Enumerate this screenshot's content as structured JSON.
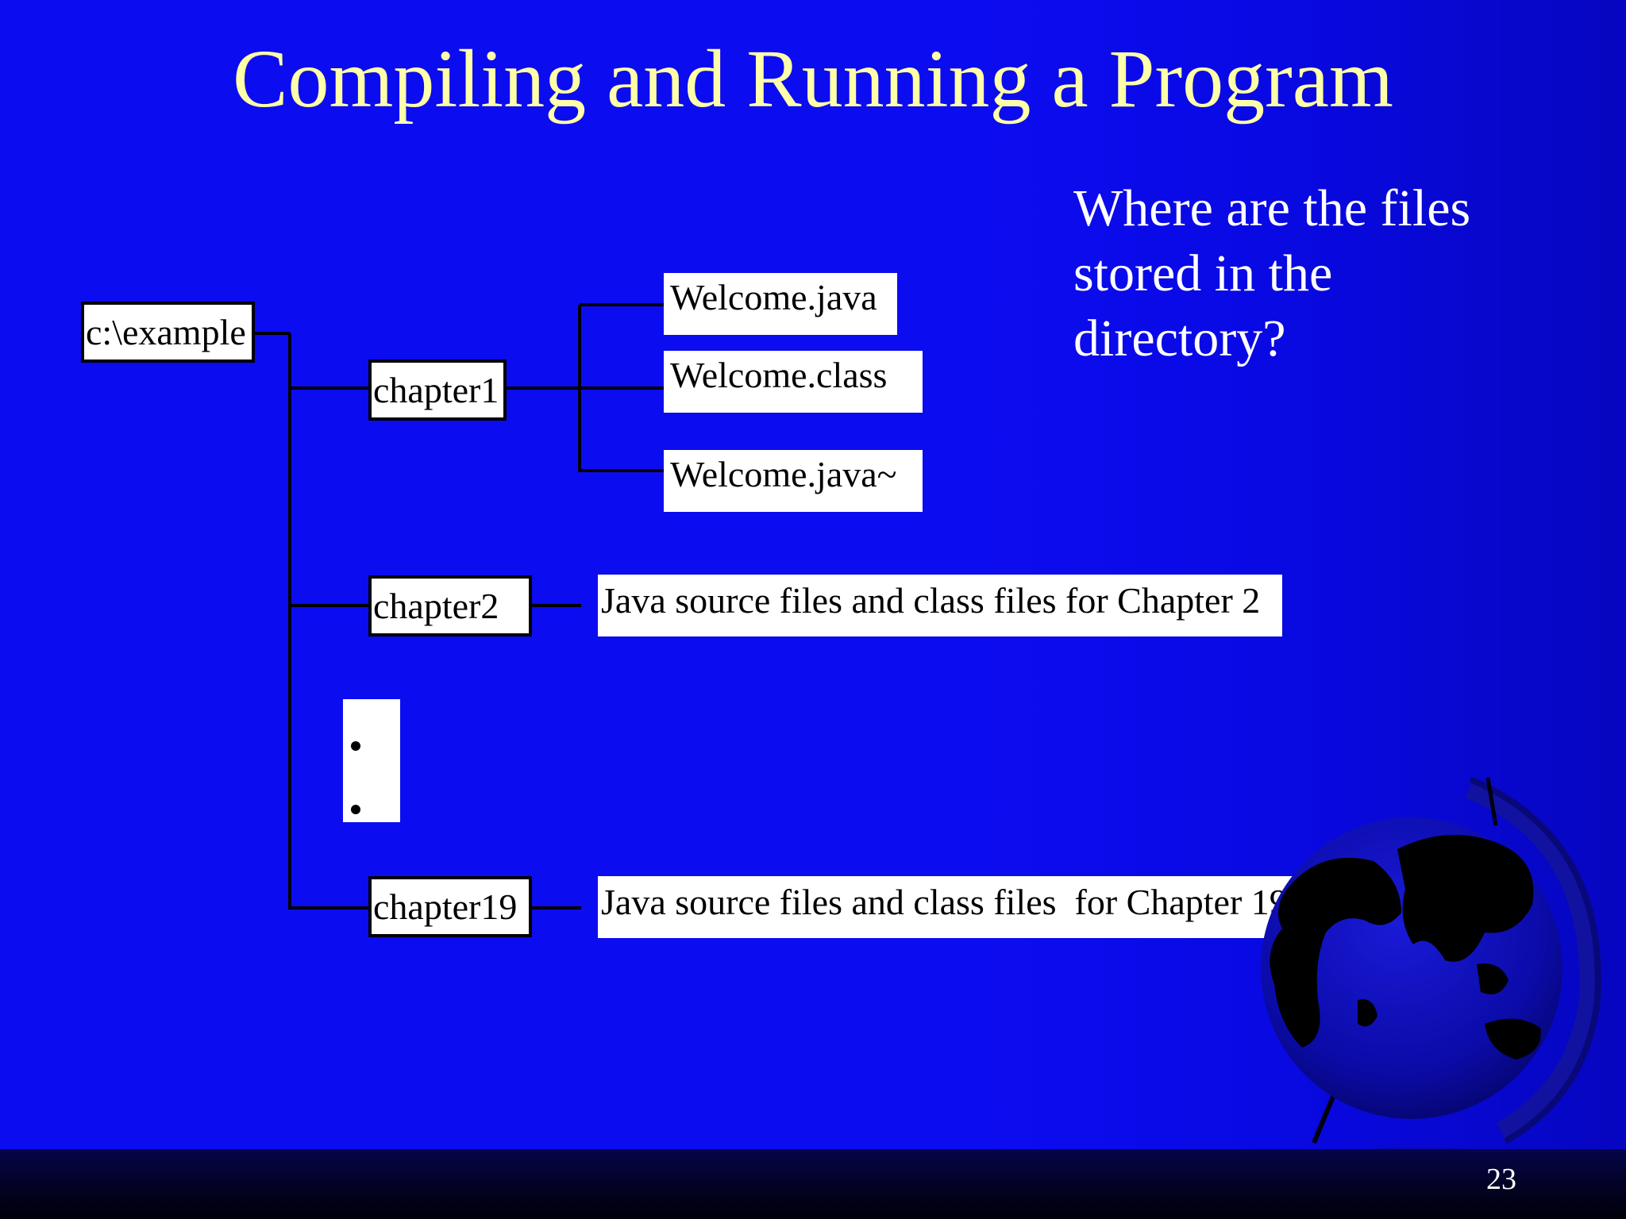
{
  "slide": {
    "title": "Compiling and Running a Program",
    "question_lines": [
      "Where are the files",
      "stored in the",
      "directory?"
    ],
    "page_number": "23"
  },
  "tree": {
    "root": "c:\\example",
    "chapter1": {
      "label": "chapter1",
      "files": [
        "Welcome.java",
        "Welcome.class",
        "Welcome.java~"
      ]
    },
    "chapter2": {
      "label": "chapter2",
      "description": "Java source files and class files for Chapter 2"
    },
    "chapter19": {
      "label": "chapter19",
      "description": "Java source files and class files  for Chapter 19"
    }
  },
  "colors": {
    "background": "#0c0cf0",
    "title": "#ffffa8",
    "text": "#ffffff",
    "box": "#ffffff",
    "line": "#000000"
  },
  "icons": [
    "globe-icon"
  ]
}
